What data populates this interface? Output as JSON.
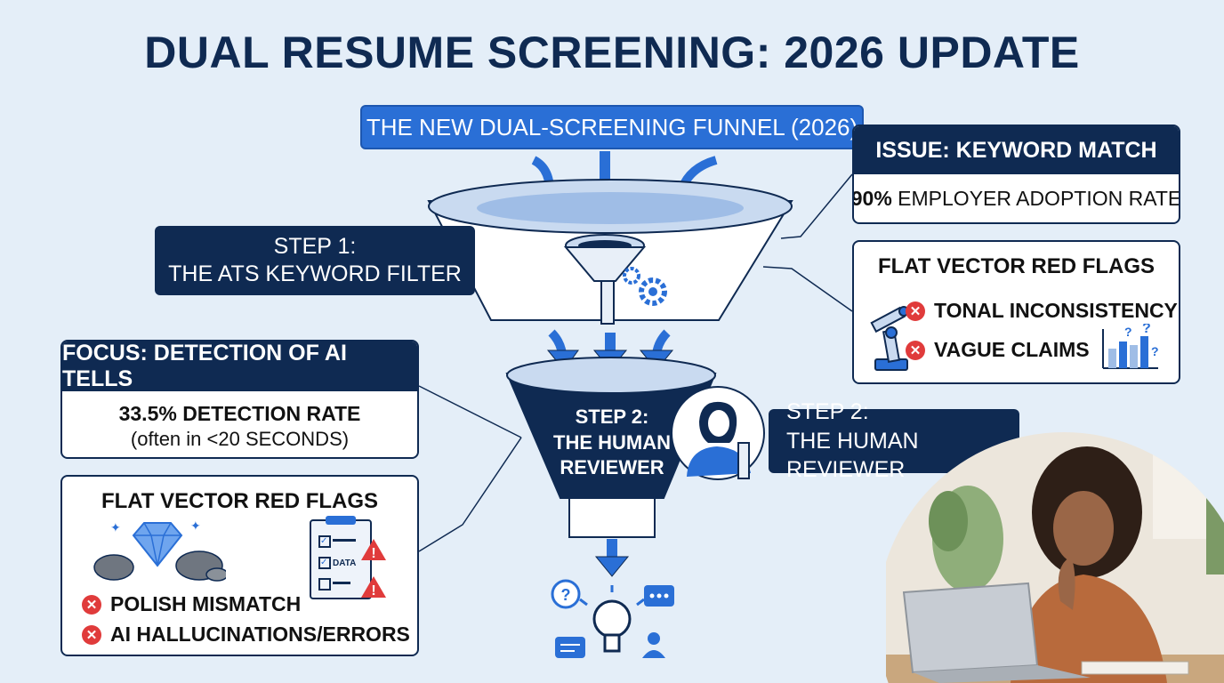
{
  "title": "DUAL RESUME SCREENING: 2026 UPDATE",
  "funnel_banner": "THE NEW DUAL-SCREENING FUNNEL (2026)",
  "step1": {
    "line1": "STEP 1:",
    "line2": "THE ATS KEYWORD FILTER"
  },
  "issue": {
    "header": "ISSUE: KEYWORD MATCH",
    "stat_bold": "90%",
    "stat_rest": " EMPLOYER ADOPTION RATE"
  },
  "red_flags_right": {
    "header": "FLAT VECTOR RED FLAGS",
    "items": [
      "TONAL INCONSISTENCY",
      "VAGUE CLAIMS"
    ]
  },
  "focus": {
    "header": "FOCUS: DETECTION OF AI TELLS",
    "line1": "33.5% DETECTION RATE",
    "line2": "(often in <20 SECONDS)"
  },
  "red_flags_left": {
    "header": "FLAT VECTOR RED FLAGS",
    "items": [
      "POLISH MISMATCH",
      "AI HALLUCINATIONS/ERRORS"
    ],
    "data_tag": "DATA"
  },
  "step2_funnel": {
    "line1": "STEP 2:",
    "line2": "THE HUMAN",
    "line3": "REVIEWER"
  },
  "step2_label": {
    "line1": "STEP 2:",
    "line2": "THE HUMAN REVIEWER"
  },
  "colors": {
    "navy": "#0f2a52",
    "accent_blue": "#2a6fd6",
    "background": "#e4eef8",
    "flag_red": "#e03b3b"
  },
  "icons": [
    "funnel-icon",
    "gear-icon",
    "robot-arm-icon",
    "bar-chart-question-icon",
    "diamond-icon",
    "rock-icon",
    "checklist-warning-icon",
    "question-bubble-icon",
    "lightbulb-icon",
    "chat-bubble-icon",
    "user-icon",
    "reviewer-avatar-icon",
    "x-circle-icon"
  ]
}
